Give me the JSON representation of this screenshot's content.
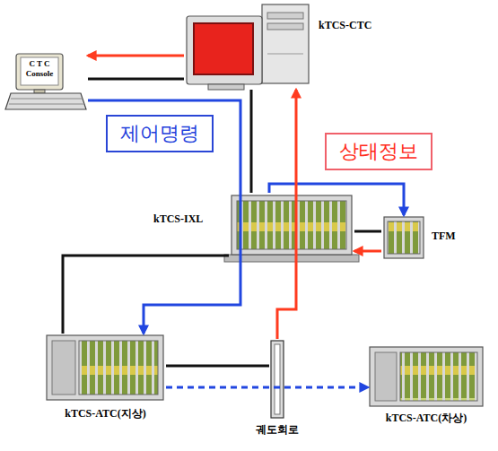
{
  "diagram": {
    "nodes": [
      {
        "text": [
          "C T C Console"
        ]
      },
      {
        "text": [
          "kTCS-CTC"
        ]
      },
      {
        "text": [
          "제어명령"
        ]
      },
      {
        "text": [
          "상태정보"
        ]
      },
      {
        "text": [
          "kTCS-IXL"
        ]
      },
      {
        "text": [
          "TFM"
        ]
      },
      {
        "text": [
          "kTCS-ATC(지상)"
        ]
      },
      {
        "text": [
          "궤도회로"
        ]
      },
      {
        "text": [
          "kTCS-ATC(차상)"
        ]
      }
    ],
    "edges": [
      {
        "from": 1,
        "to": 0,
        "arrow": "to"
      },
      {
        "from": 0,
        "to": 1,
        "arrow": "none"
      },
      {
        "from": 0,
        "to": 6,
        "arrow": "to"
      },
      {
        "from": 1,
        "to": 4,
        "arrow": "none"
      },
      {
        "from": 4,
        "to": 5,
        "arrow": "to"
      },
      {
        "from": 5,
        "to": 4,
        "arrow": "to"
      },
      {
        "from": 4,
        "to": 5,
        "arrow": "none"
      },
      {
        "from": 4,
        "to": 6,
        "arrow": "none"
      },
      {
        "from": 7,
        "to": 1,
        "arrow": "to"
      },
      {
        "from": 6,
        "to": 7,
        "arrow": "none"
      },
      {
        "from": 6,
        "to": 8,
        "arrow": "to"
      }
    ]
  }
}
